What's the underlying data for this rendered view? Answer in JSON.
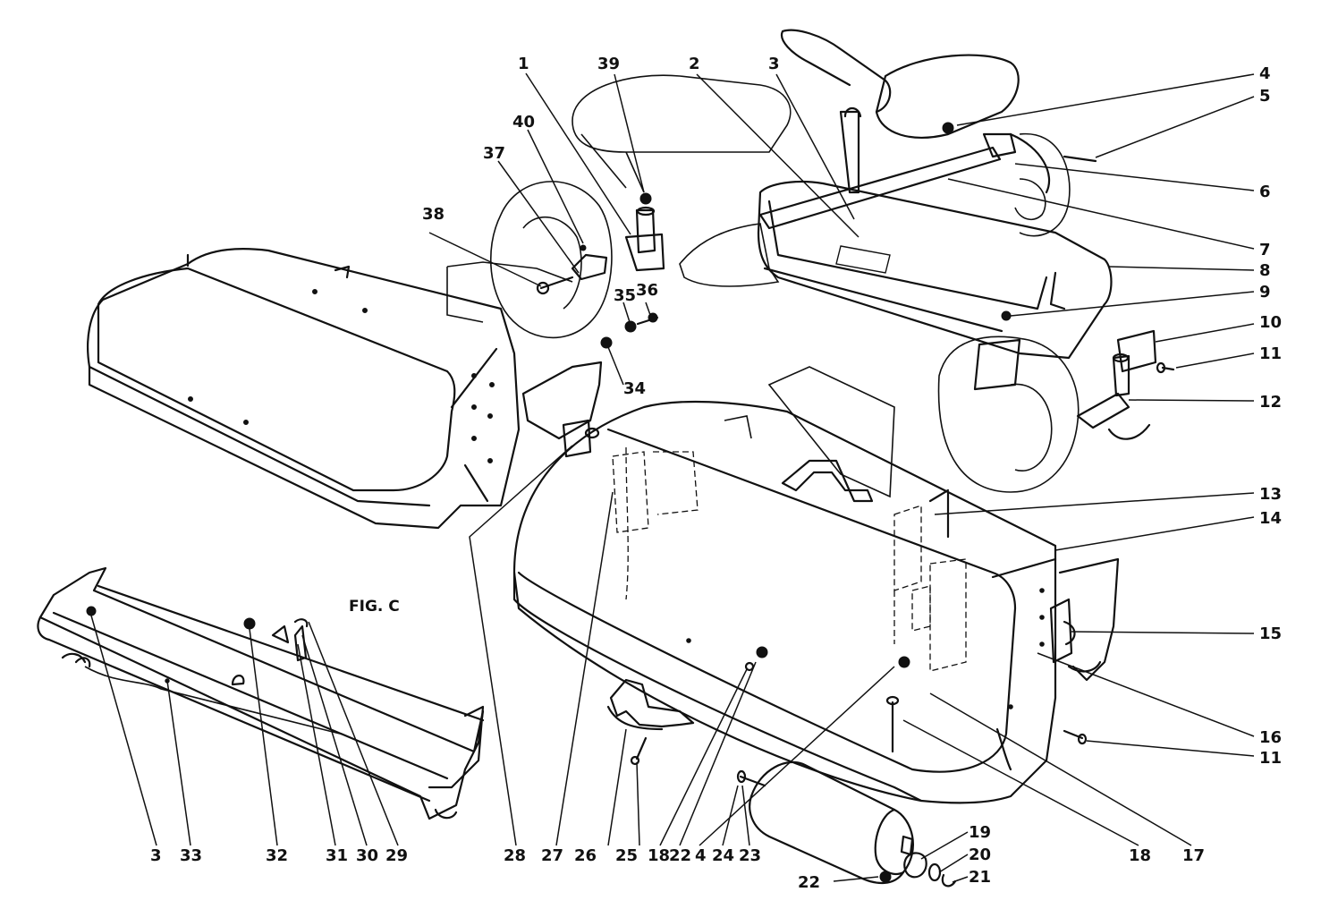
{
  "figure_label": "FIG. C",
  "callouts": {
    "c1": "1",
    "c2": "2",
    "c3": "3",
    "c4": "4",
    "c5": "5",
    "c6": "6",
    "c7": "7",
    "c8": "8",
    "c9": "9",
    "c10": "10",
    "c11a": "11",
    "c11b": "11",
    "c12": "12",
    "c13": "13",
    "c14": "14",
    "c15": "15",
    "c16": "16",
    "c17": "17",
    "c18a": "18",
    "c18b": "18",
    "c19": "19",
    "c20": "20",
    "c21": "21",
    "c22a": "22",
    "c22b": "22",
    "c23": "23",
    "c24": "24",
    "c25": "25",
    "c26": "26",
    "c27": "27",
    "c28": "28",
    "c29": "29",
    "c30": "30",
    "c31": "31",
    "c32": "32",
    "c3b": "3",
    "c33": "33",
    "c34": "34",
    "c35": "35",
    "c36": "36",
    "c37": "37",
    "c38": "38",
    "c39": "39",
    "c40": "40",
    "c4b": "4"
  }
}
